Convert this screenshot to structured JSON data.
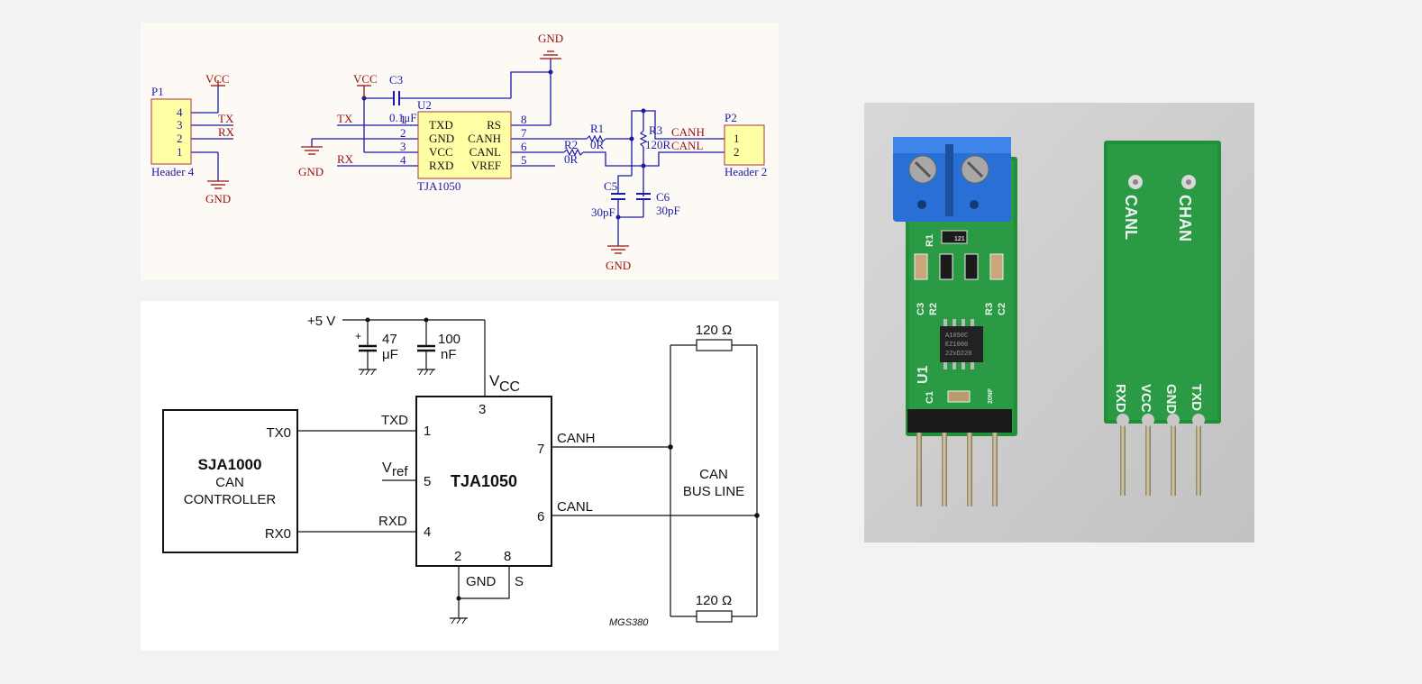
{
  "schematic_top": {
    "p1": {
      "ref": "P1",
      "name": "Header 4",
      "pins": [
        "4",
        "3",
        "2",
        "1"
      ]
    },
    "nets": {
      "vcc": "VCC",
      "gnd": "GND",
      "tx": "TX",
      "rx": "RX",
      "canh": "CANH",
      "canl": "CANL"
    },
    "c3": {
      "ref": "C3",
      "value": "0.1μF"
    },
    "u2": {
      "ref": "U2",
      "name": "TJA1050",
      "left_pins": [
        {
          "num": "1",
          "name": "TXD"
        },
        {
          "num": "2",
          "name": "GND"
        },
        {
          "num": "3",
          "name": "VCC"
        },
        {
          "num": "4",
          "name": "RXD"
        }
      ],
      "right_pins": [
        {
          "num": "8",
          "name": "RS"
        },
        {
          "num": "7",
          "name": "CANH"
        },
        {
          "num": "6",
          "name": "CANL"
        },
        {
          "num": "5",
          "name": "VREF"
        }
      ]
    },
    "r1": {
      "ref": "R1",
      "value": "0R"
    },
    "r2": {
      "ref": "R2",
      "value": "0R"
    },
    "r3": {
      "ref": "R3",
      "value": "120R"
    },
    "c5": {
      "ref": "C5",
      "value": "30pF"
    },
    "c6": {
      "ref": "C6",
      "value": "30pF"
    },
    "p2": {
      "ref": "P2",
      "name": "Header 2",
      "pins": [
        "1",
        "2"
      ]
    }
  },
  "schematic_bottom": {
    "supply": "+5 V",
    "cap1": {
      "value": "47",
      "unit": "μF",
      "polarity": "+"
    },
    "cap2": {
      "value": "100",
      "unit": "nF"
    },
    "vcc_label": "V",
    "vcc_sub": "CC",
    "controller": {
      "name": "SJA1000",
      "line1": "CAN",
      "line2": "CONTROLLER",
      "tx": "TX0",
      "rx": "RX0"
    },
    "transceiver": {
      "name": "TJA1050",
      "pin3": "3",
      "pin1": "1",
      "pin5": "5",
      "pin4": "4",
      "pin7": "7",
      "pin6": "6",
      "pin2": "2",
      "pin8": "8"
    },
    "txd": "TXD",
    "rxd": "RXD",
    "vref_main": "V",
    "vref_sub": "ref",
    "canh": "CANH",
    "canl": "CANL",
    "gnd": "GND",
    "s": "S",
    "bus": {
      "line1": "CAN",
      "line2": "BUS LINE",
      "r_top": "120 Ω",
      "r_bottom": "120 Ω"
    },
    "code": "MGS380"
  },
  "photo": {
    "front": {
      "u1": "U1",
      "r1": "R1",
      "r1_code": "121",
      "c3": "C3",
      "r2": "R2",
      "r3": "R3",
      "c2": "C2",
      "c1": "C1",
      "chip_line1": "A1050C",
      "chip_line2": "EZ1000",
      "chip_line3": "22xD220",
      "cap_code": "20NF"
    },
    "back": {
      "pad_labels": [
        "CANL",
        "CHAN"
      ],
      "pin_labels": [
        "RXD",
        "VCC",
        "GND",
        "TXD"
      ]
    },
    "colors": {
      "pcb": "#1f8f3a",
      "terminal": "#2a6fd6",
      "background": "#cfcfcf"
    }
  }
}
